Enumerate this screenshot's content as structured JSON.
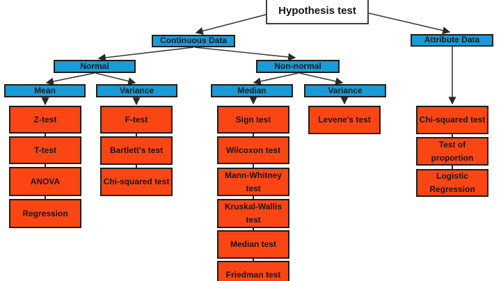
{
  "colors": {
    "category_blue": "#189BD7",
    "test_orange": "#FB4613",
    "connector": "#3a3a3a",
    "box_border": "#1c1c1c"
  },
  "tree": {
    "root": "Hypothesis test",
    "continuous": {
      "label": "Continuous Data",
      "normal": {
        "label": "Normal",
        "mean": {
          "label": "Mean",
          "tests": [
            "Z-test",
            "T-test",
            "ANOVA",
            "Regression"
          ]
        },
        "variance": {
          "label": "Variance",
          "tests": [
            "F-test",
            "Bartlett's test",
            "Chi-squared test"
          ]
        }
      },
      "non_normal": {
        "label": "Non-normal",
        "median": {
          "label": "Median",
          "tests": [
            "Sign test",
            "Wilcoxon test",
            "Mann-Whitney test",
            "Kruskal-Wallis test",
            "Median test",
            "Friedman test"
          ]
        },
        "variance": {
          "label": "Variance",
          "tests": [
            "Levene's test"
          ]
        }
      }
    },
    "attribute": {
      "label": "Attribute Data",
      "tests": [
        "Chi-squared test",
        "Test of proportion",
        "Logistic Regression"
      ]
    }
  }
}
